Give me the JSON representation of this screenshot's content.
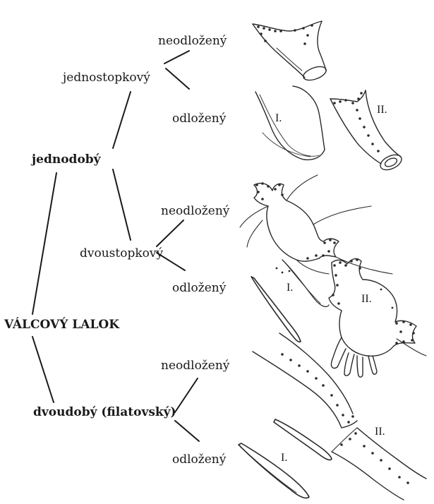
{
  "tree": {
    "root": "VÁLCOVÝ LALOK",
    "level1": [
      "jednodobý",
      "dvoudobý (filatovský)"
    ],
    "level2": [
      "jednostopkový",
      "dvoustopkový"
    ],
    "leaves": [
      "neodložený",
      "odložený",
      "neodložený",
      "odložený",
      "neodložený",
      "odložený"
    ]
  },
  "sketch_labels": {
    "row2": [
      "I.",
      "II."
    ],
    "row4": [
      "I.",
      "II."
    ],
    "row5": [
      "II."
    ],
    "row6": [
      "I."
    ]
  },
  "colors": {
    "ink": "#1a1a1a",
    "background": "#ffffff"
  }
}
